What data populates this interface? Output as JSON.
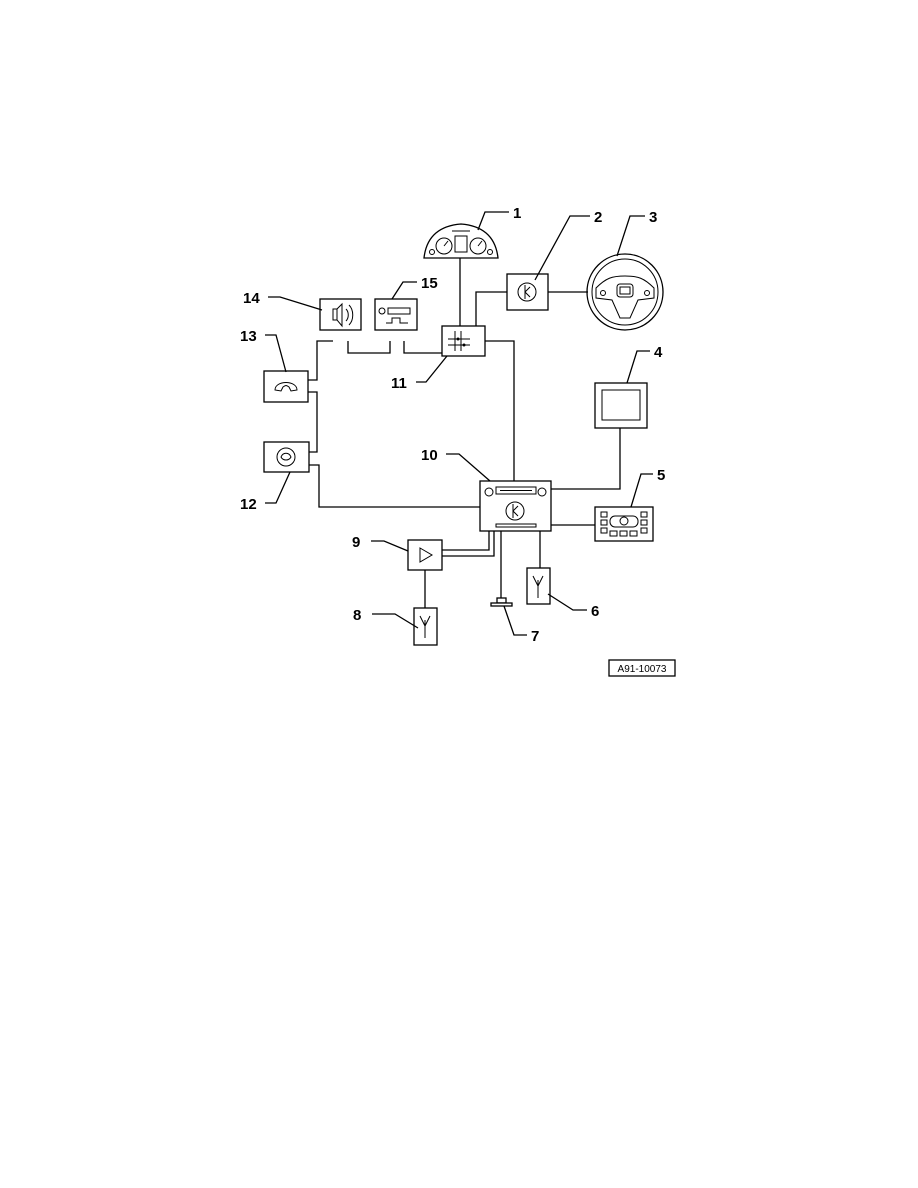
{
  "callouts": {
    "c1": "1",
    "c2": "2",
    "c3": "3",
    "c4": "4",
    "c5": "5",
    "c6": "6",
    "c7": "7",
    "c8": "8",
    "c9": "9",
    "c10": "10",
    "c11": "11",
    "c12": "12",
    "c13": "13",
    "c14": "14",
    "c15": "15"
  },
  "reference_code": "A91-10073"
}
